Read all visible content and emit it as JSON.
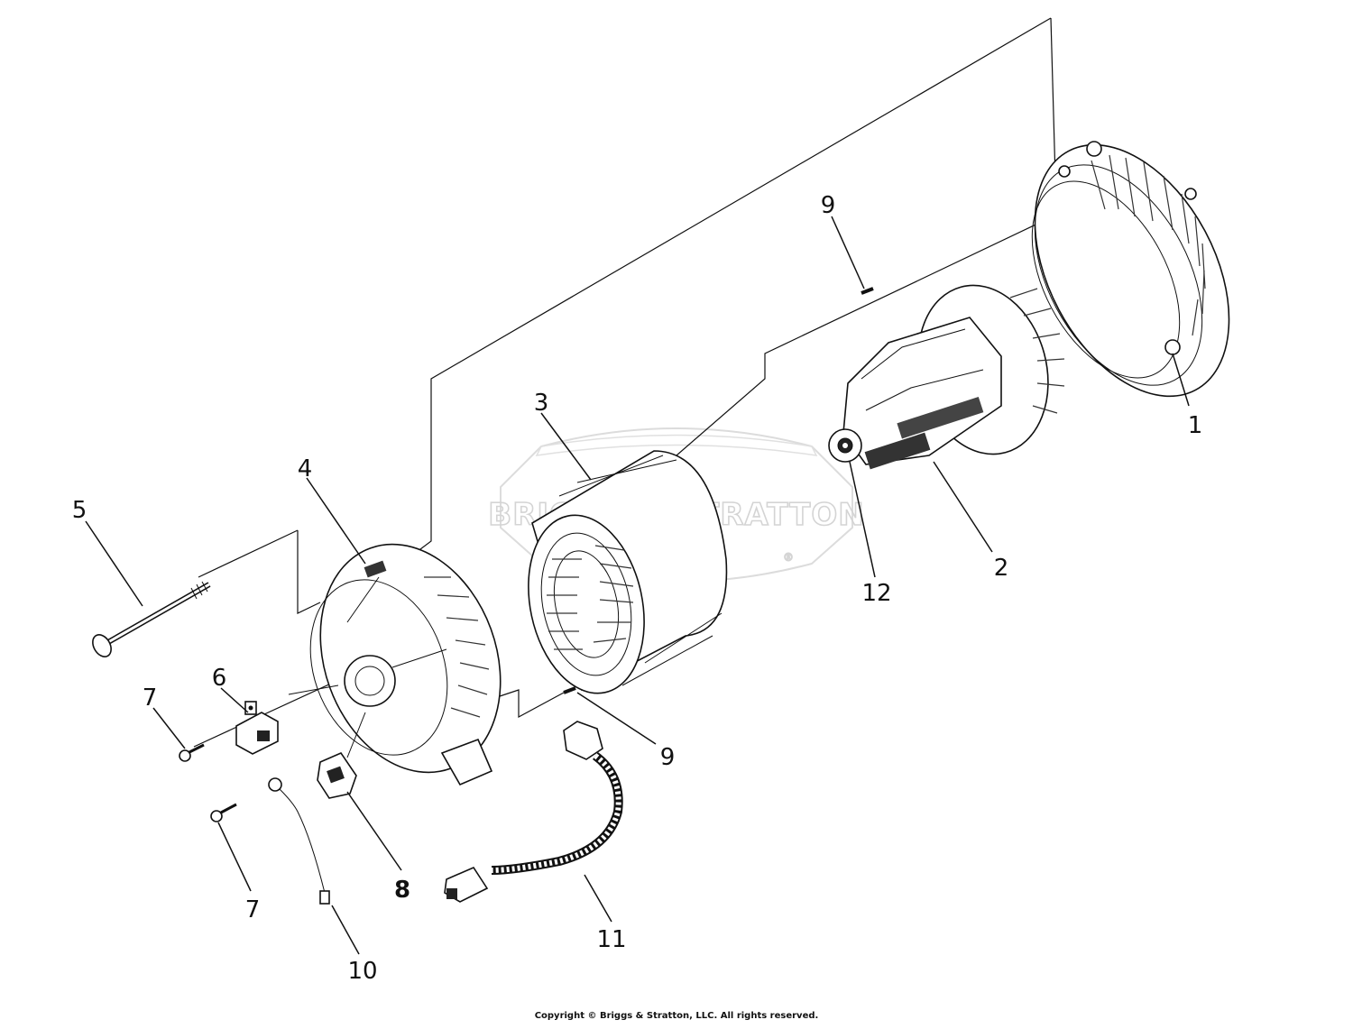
{
  "watermark": {
    "brand": "BRIGGS & STRATTON",
    "mark": "®"
  },
  "copyright": "Copyright © Briggs & Stratton, LLC. All rights reserved.",
  "callouts": {
    "c1": "1",
    "c2": "2",
    "c3": "3",
    "c4": "4",
    "c5": "5",
    "c6": "6",
    "c7a": "7",
    "c7b": "7",
    "c8": "8",
    "c9a": "9",
    "c9b": "9",
    "c10": "10",
    "c11": "11",
    "c12": "12"
  }
}
